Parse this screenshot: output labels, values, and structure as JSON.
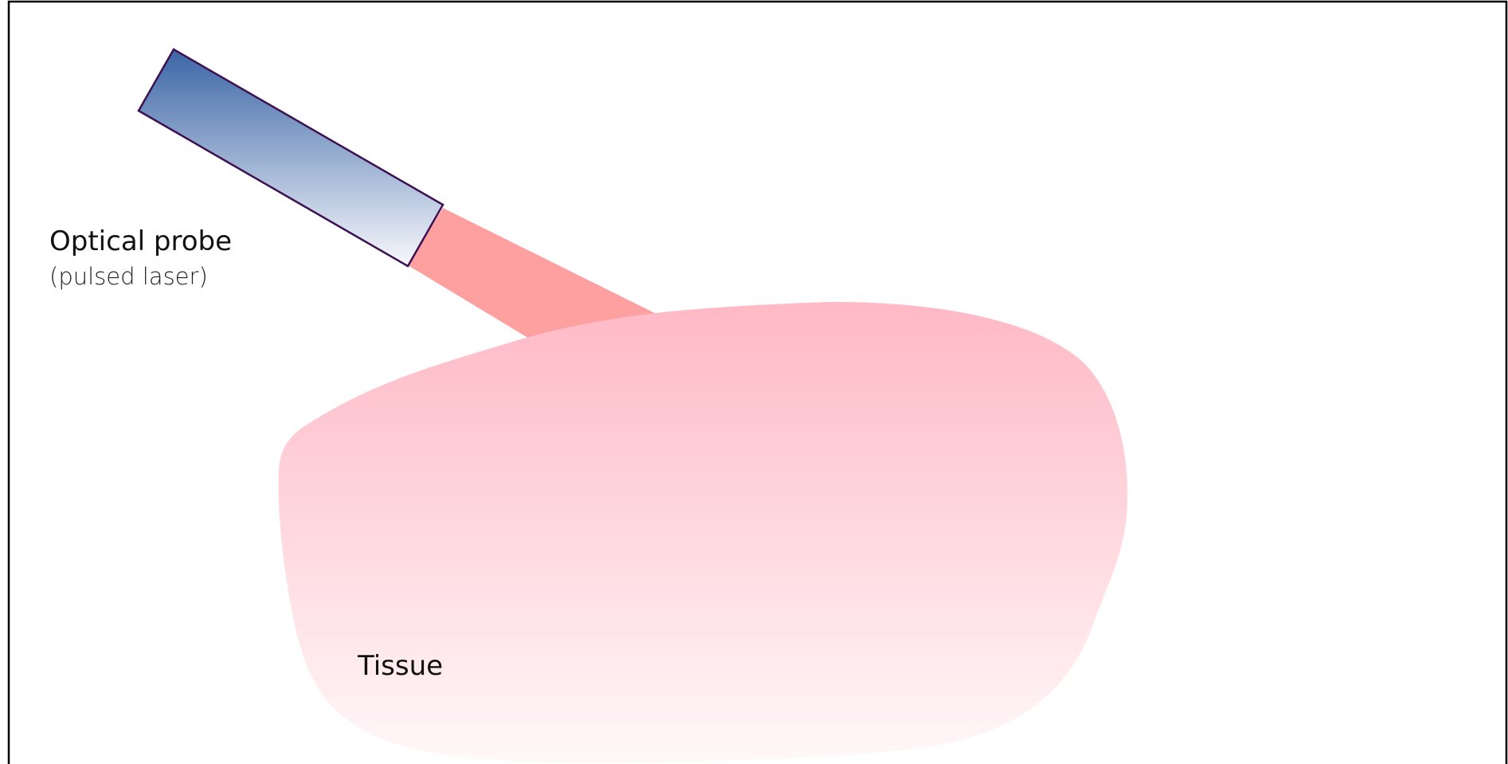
{
  "probe": {
    "title": "Optical probe",
    "subtitle": "(pulsed laser)"
  },
  "tissue": {
    "label": "Tissue"
  },
  "colors": {
    "frame_border": "#000000",
    "probe_outline": "#3d1052",
    "probe_gradient_top": "#3b66a6",
    "probe_gradient_bottom": "#f7f8fc",
    "laser_beam": "#ffa0a0",
    "tissue_gradient_top": "#ffbac6",
    "tissue_gradient_bottom": "#fff8f9"
  }
}
